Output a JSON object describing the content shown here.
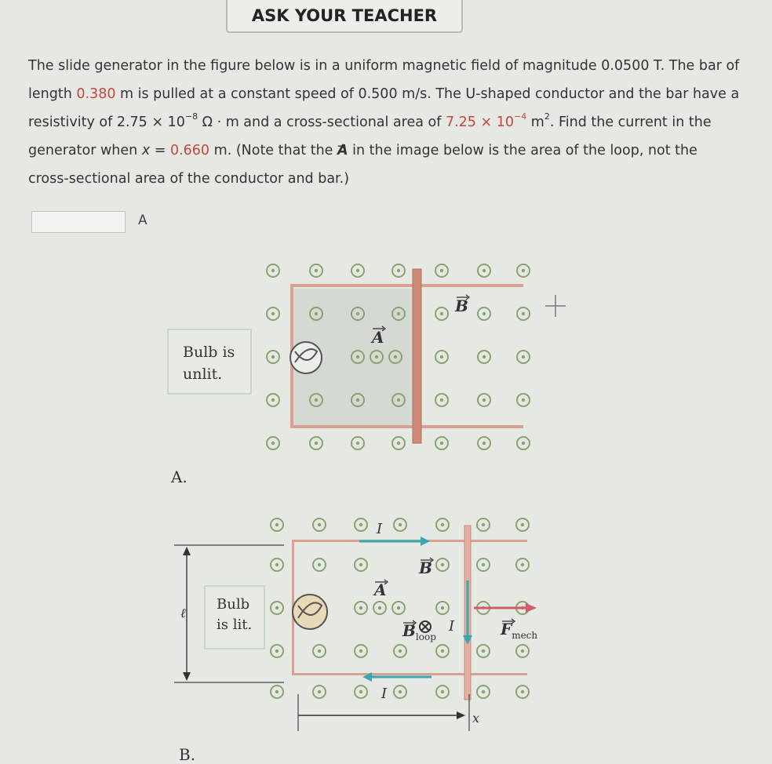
{
  "header": {
    "ask_teacher_label": "ASK YOUR TEACHER"
  },
  "problem": {
    "part1": "The slide generator in the figure below is in a uniform magnetic field of magnitude 0.0500 T. The bar of length ",
    "bar_length": "0.380",
    "part2": " m is pulled at a constant speed of 0.500 m/s. The U-shaped conductor and the bar have a resistivity of 2.75 × 10",
    "resistivity_exp": "−8",
    "part3": " Ω · m and a cross-sectional area of ",
    "area_mantissa": "7.25 × 10",
    "area_exp": "−4",
    "part4": " m",
    "area_unit_exp": "2",
    "part5": ". Find the current in the generator when ",
    "x_var": "x",
    "x_eq": " = ",
    "x_value": "0.660",
    "part6": " m. (Note that the ",
    "vec_A": "A",
    "part7": " in the image below is the area of the loop, not the cross-sectional area of the conductor and bar.)"
  },
  "answer": {
    "value": "",
    "unit": "A"
  },
  "figure_a": {
    "bulb_text_line1": "Bulb is",
    "bulb_text_line2": "unlit.",
    "label": "A.",
    "field_label": "B",
    "area_label": "A"
  },
  "figure_b": {
    "bulb_text_line1": "Bulb",
    "bulb_text_line2": "is lit.",
    "label": "B.",
    "field_label": "B",
    "area_label": "A",
    "current_top": "I",
    "current_bottom": "I",
    "current_right": "I",
    "b_loop": "B",
    "b_loop_sub": "loop",
    "force": "F",
    "force_sub": "mech",
    "length_label": "ℓ",
    "x_label": "x"
  },
  "colors": {
    "rail": "#d9a192",
    "bar": "#cc8a77",
    "field_dot": "#8aa36f",
    "current": "#3aa6b0",
    "force": "#d45a6b"
  }
}
